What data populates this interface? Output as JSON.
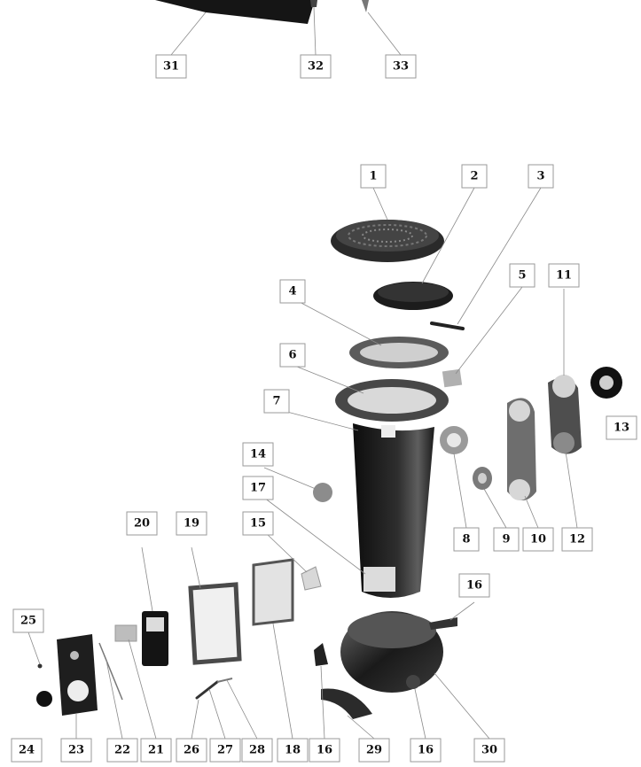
{
  "callouts": [
    {
      "id": "31",
      "label": "31"
    },
    {
      "id": "32",
      "label": "32"
    },
    {
      "id": "33",
      "label": "33"
    },
    {
      "id": "1",
      "label": "1"
    },
    {
      "id": "2",
      "label": "2"
    },
    {
      "id": "3",
      "label": "3"
    },
    {
      "id": "5",
      "label": "5"
    },
    {
      "id": "11",
      "label": "11"
    },
    {
      "id": "4",
      "label": "4"
    },
    {
      "id": "6",
      "label": "6"
    },
    {
      "id": "7",
      "label": "7"
    },
    {
      "id": "13",
      "label": "13"
    },
    {
      "id": "14",
      "label": "14"
    },
    {
      "id": "17",
      "label": "17"
    },
    {
      "id": "20",
      "label": "20"
    },
    {
      "id": "19",
      "label": "19"
    },
    {
      "id": "15",
      "label": "15"
    },
    {
      "id": "8",
      "label": "8"
    },
    {
      "id": "9",
      "label": "9"
    },
    {
      "id": "10",
      "label": "10"
    },
    {
      "id": "12",
      "label": "12"
    },
    {
      "id": "16a",
      "label": "16"
    },
    {
      "id": "25",
      "label": "25"
    },
    {
      "id": "24",
      "label": "24"
    },
    {
      "id": "23",
      "label": "23"
    },
    {
      "id": "22",
      "label": "22"
    },
    {
      "id": "21",
      "label": "21"
    },
    {
      "id": "26",
      "label": "26"
    },
    {
      "id": "27",
      "label": "27"
    },
    {
      "id": "28",
      "label": "28"
    },
    {
      "id": "18",
      "label": "18"
    },
    {
      "id": "16b",
      "label": "16"
    },
    {
      "id": "29",
      "label": "29"
    },
    {
      "id": "16c",
      "label": "16"
    },
    {
      "id": "30",
      "label": "30"
    }
  ],
  "colors": {
    "part_dark": "#1c1c1c",
    "part_mid": "#5a5a5a",
    "part_light": "#b9b9b9",
    "label_border": "#9a9a9a"
  }
}
